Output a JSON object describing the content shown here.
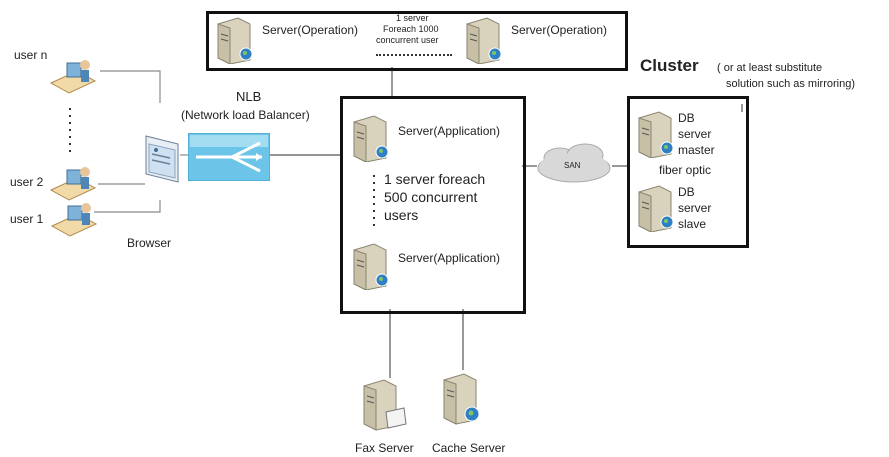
{
  "users": {
    "user_n": "user n",
    "user_2": "user 2",
    "user_1": "user 1"
  },
  "browser_label": "Browser",
  "nlb": {
    "title": "NLB",
    "subtitle": "(Network load Balancer)"
  },
  "operation_cluster": {
    "left_server": "Server(Operation)",
    "right_server": "Server(Operation)",
    "note_line1": "1 server",
    "note_line2": "Foreach 1000",
    "note_line3": "concurrent user"
  },
  "application_cluster": {
    "top_server": "Server(Application)",
    "bottom_server": "Server(Application)",
    "note_line1": "1 server foreach",
    "note_line2": "500 concurrent",
    "note_line3": "users"
  },
  "san_label": "SAN",
  "db_cluster": {
    "title": "Cluster",
    "title_note_line1": "( or at least substitute",
    "title_note_line2": "solution such as mirroring)",
    "master_line1": "DB",
    "master_line2": "server",
    "master_line3": "master",
    "link_label": "fiber optic",
    "slave_line1": "DB",
    "slave_line2": "server",
    "slave_line3": "slave"
  },
  "fax_server": "Fax Server",
  "cache_server": "Cache Server"
}
